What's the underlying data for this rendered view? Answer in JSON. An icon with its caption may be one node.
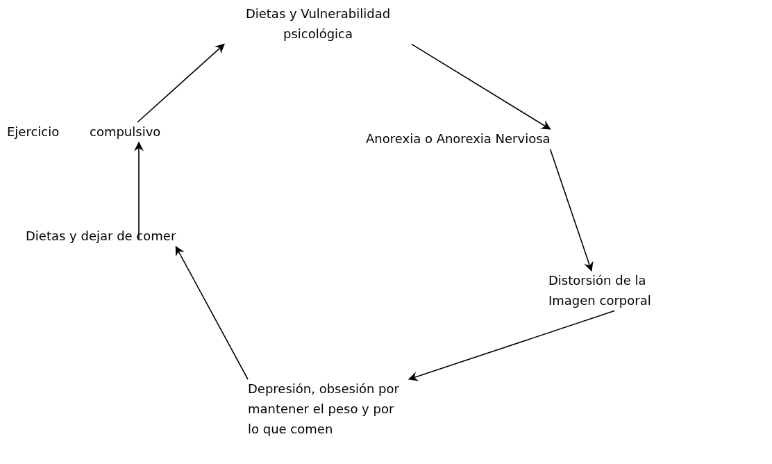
{
  "diagram": {
    "nodes": [
      {
        "text": [
          "Dietas y Vulnerabilidad psicológica"
        ]
      },
      {
        "text": [
          "Anorexia o Anorexia Nerviosa"
        ]
      },
      {
        "text": [
          "Distorsión de la Imagen corporal"
        ]
      },
      {
        "text": [
          "Depresión, obsesión por mantener el peso y por lo que comen"
        ]
      },
      {
        "text": [
          "Dietas y dejar de comer"
        ]
      },
      {
        "text": [
          "Ejercicio compulsivo"
        ]
      }
    ],
    "edges": [
      {
        "from": 0,
        "to": 1,
        "arrow": "to"
      },
      {
        "from": 1,
        "to": 2,
        "arrow": "to"
      },
      {
        "from": 2,
        "to": 3,
        "arrow": "to"
      },
      {
        "from": 3,
        "to": 4,
        "arrow": "to"
      },
      {
        "from": 4,
        "to": 5,
        "arrow": "to"
      },
      {
        "from": 5,
        "to": 0,
        "arrow": "to"
      }
    ]
  }
}
